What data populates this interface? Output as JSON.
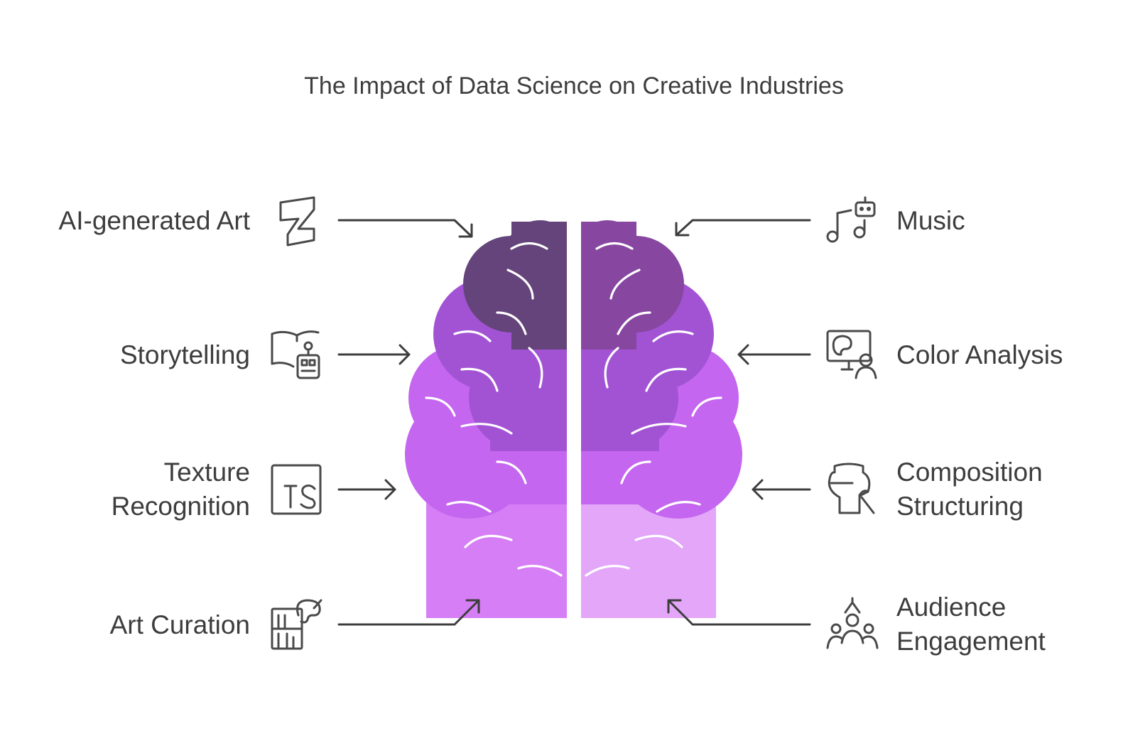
{
  "title": "The Impact of Data Science on Creative Industries",
  "left_items": [
    {
      "label_lines": [
        "AI-generated Art"
      ],
      "icon": "deviantart-icon"
    },
    {
      "label_lines": [
        "Storytelling"
      ],
      "icon": "book-robot-icon"
    },
    {
      "label_lines": [
        "Texture",
        "Recognition"
      ],
      "icon": "typescript-icon"
    },
    {
      "label_lines": [
        "Art Curation"
      ],
      "icon": "bookshelf-palette-icon"
    }
  ],
  "right_items": [
    {
      "label_lines": [
        "Music"
      ],
      "icon": "music-robot-icon"
    },
    {
      "label_lines": [
        "Color Analysis"
      ],
      "icon": "screen-palette-person-icon"
    },
    {
      "label_lines": [
        "Composition",
        "Structuring"
      ],
      "icon": "vase-brush-icon"
    },
    {
      "label_lines": [
        "Audience",
        "Engagement"
      ],
      "icon": "audience-icon"
    }
  ],
  "colors": {
    "brain_dark": "#64447a",
    "brain_medium_dark": "#8747a1",
    "brain_medium": "#a253d3",
    "brain_light": "#c466ef",
    "brain_lighter": "#d67ef6",
    "brain_lightest": "#e3a6f9",
    "text": "#3d3d3d"
  }
}
